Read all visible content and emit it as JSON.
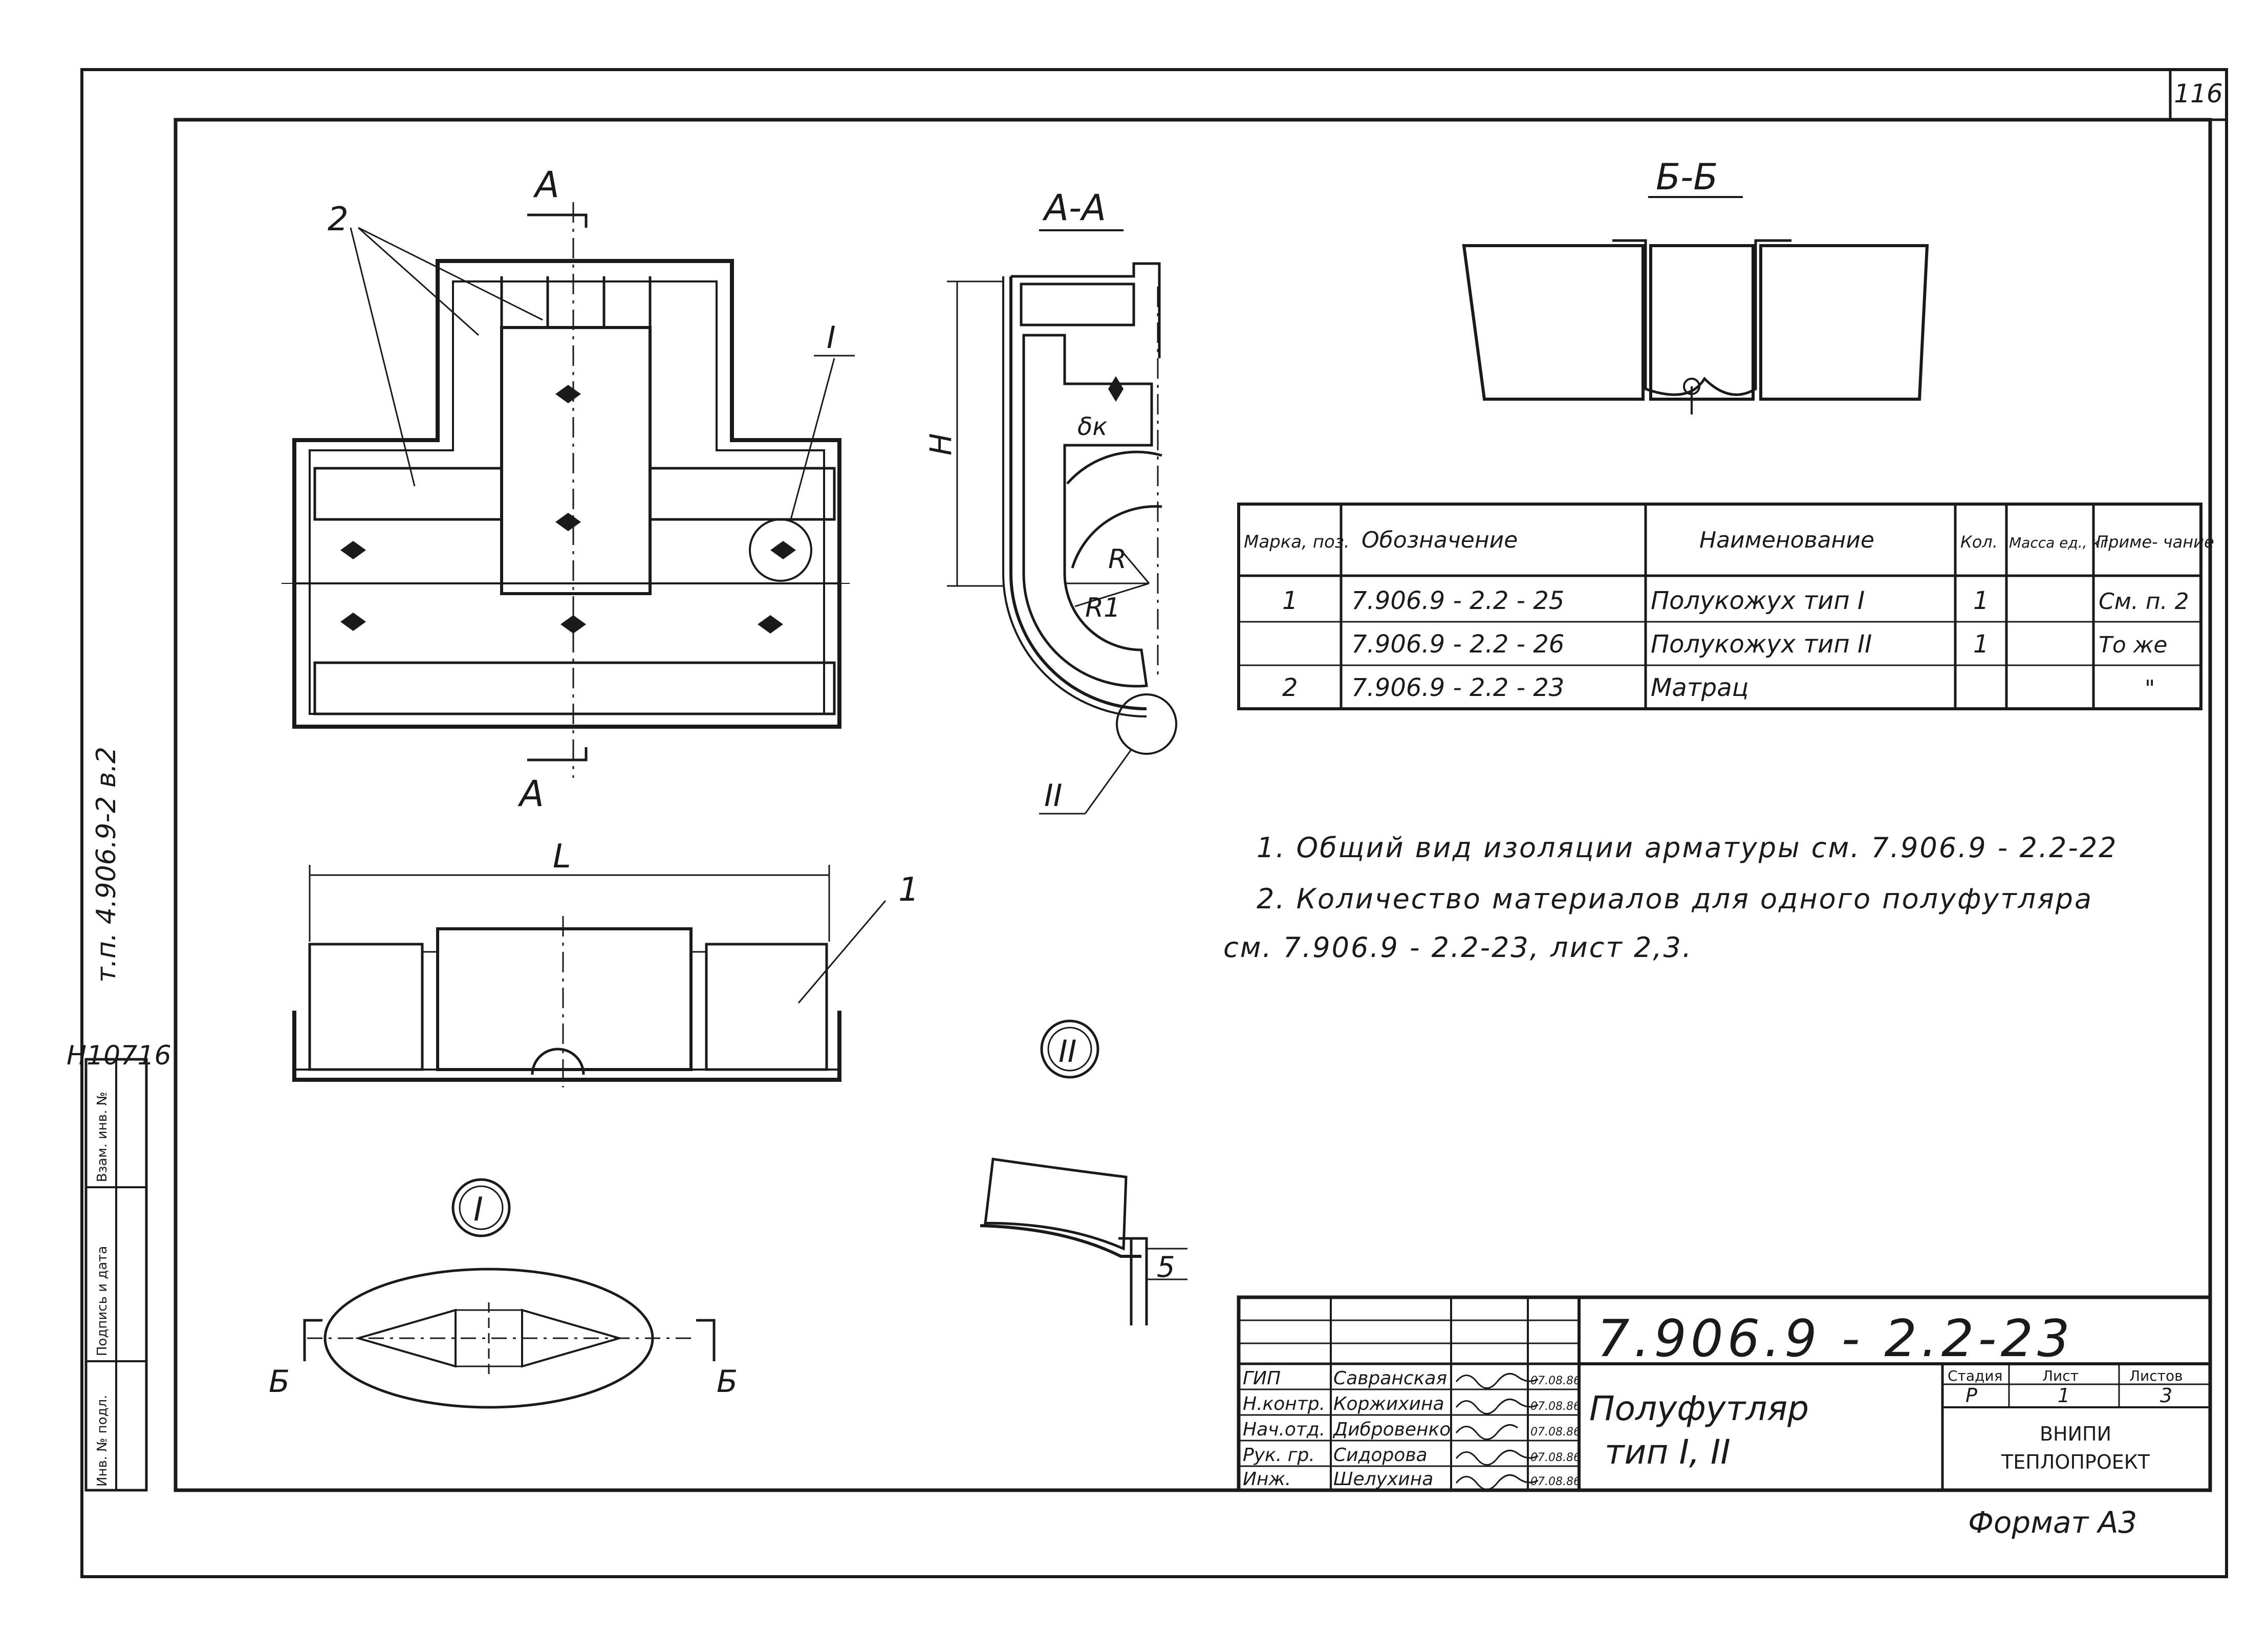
{
  "sheet": {
    "page_number": "116",
    "format_note": "Формат А3"
  },
  "side_stamp": {
    "series": "т.п. 4.906.9-2 в.2",
    "inventory": "Н10716",
    "fields": [
      "Инв. № подл.",
      "Подпись и дата",
      "Взам. инв. №"
    ]
  },
  "plan_view": {
    "section_cut_label_top": "А",
    "section_cut_label_bottom": "А",
    "callout_position": "2",
    "detail_marker": "I"
  },
  "elevation_view": {
    "dimension_label": "L",
    "callout_position": "1"
  },
  "section_aa": {
    "title": "А-А",
    "dim_height": "H",
    "thickness": "δк",
    "radius": "R",
    "radius_inner": "R1",
    "detail_marker": "II"
  },
  "section_bb": {
    "title": "Б-Б"
  },
  "detail_1": {
    "marker": "I",
    "cut_left": "Б",
    "cut_right": "Б"
  },
  "detail_2": {
    "marker": "II",
    "dimension": "5"
  },
  "spec_table": {
    "headers": [
      "Марка, поз.",
      "Обозначение",
      "Наименование",
      "Кол.",
      "Масса ед., кг",
      "Приме- чание"
    ],
    "rows": [
      [
        "1",
        "7.906.9 - 2.2 - 25",
        "Полукожух тип I",
        "1",
        "",
        "См. п. 2"
      ],
      [
        "",
        "7.906.9 - 2.2 - 26",
        "Полукожух тип II",
        "1",
        "",
        "То же"
      ],
      [
        "2",
        "7.906.9 - 2.2 - 23",
        "Матрац",
        "",
        "",
        "\""
      ]
    ]
  },
  "notes": [
    "1. Общий вид изоляции арматуры см. 7.906.9 - 2.2-22",
    "2. Количество материалов для одного полуфутляра",
    "см. 7.906.9 - 2.2-23, лист 2,3."
  ],
  "title_block": {
    "document_code": "7.906.9 - 2.2-23",
    "title_line1": "Полуфутляр",
    "title_line2": "тип I, II",
    "stage_header": "Стадия",
    "sheet_header": "Лист",
    "sheets_header": "Листов",
    "stage": "Р",
    "sheet": "1",
    "sheets": "3",
    "org_line1": "ВНИПИ",
    "org_line2": "ТЕПЛОПРОЕКТ",
    "staff": [
      {
        "role": "ГИП",
        "name": "Савранская",
        "date": "07.08.86"
      },
      {
        "role": "Н.контр.",
        "name": "Коржихина",
        "date": "07.08.86"
      },
      {
        "role": "Нач.отд.",
        "name": "Дибровенко",
        "date": "07.08.86"
      },
      {
        "role": "Рук. гр.",
        "name": "Сидорова",
        "date": "07.08.86"
      },
      {
        "role": "Инж.",
        "name": "Шелухина",
        "date": "07.08.86"
      }
    ]
  }
}
